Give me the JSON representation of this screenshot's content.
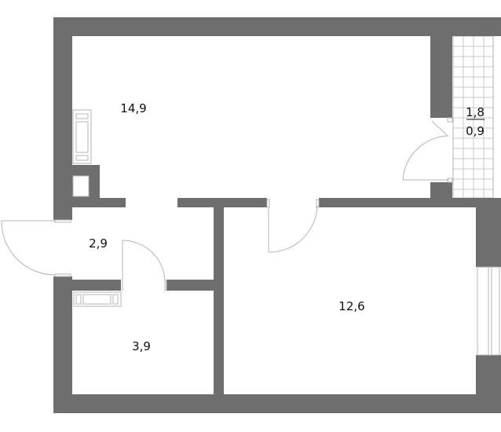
{
  "plan": {
    "wall_color": "#6e6e6e",
    "rooms": [
      {
        "id": "living",
        "area": "14,9"
      },
      {
        "id": "hall",
        "area": "2,9"
      },
      {
        "id": "bathroom",
        "area": "3,9"
      },
      {
        "id": "bedroom",
        "area": "12,6"
      }
    ],
    "balcony": {
      "area": "1,8",
      "reduced_area": "0,9"
    }
  }
}
